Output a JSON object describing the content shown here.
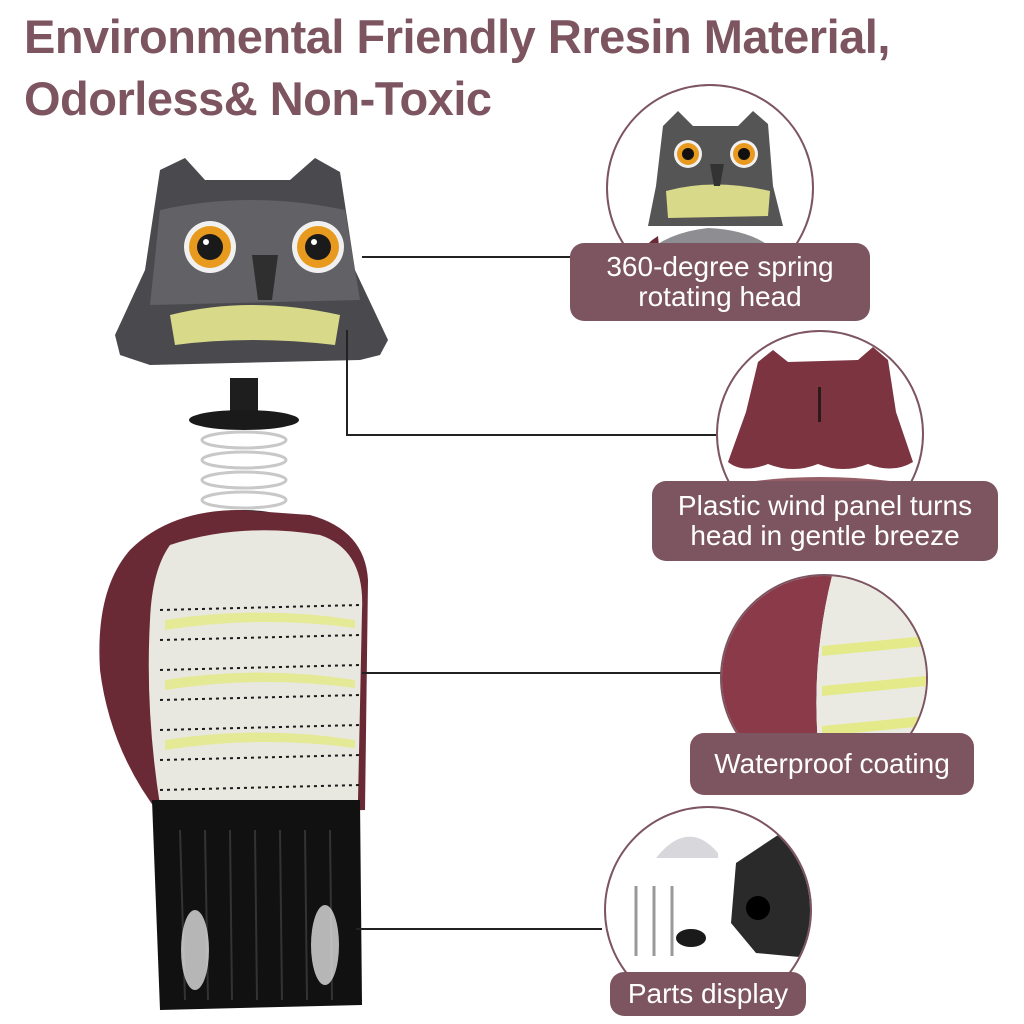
{
  "headline": {
    "line1": "Environmental Friendly Rresin Material,",
    "line2": "Odorless& Non-Toxic"
  },
  "colors": {
    "accent": "#7d5560",
    "badge_text": "#ffffff",
    "background": "#ffffff"
  },
  "features": [
    {
      "label_line1": "360-degree spring",
      "label_line2": "rotating head",
      "image": "owl-head-closeup"
    },
    {
      "label_line1": "Plastic wind panel turns",
      "label_line2": "head in gentle breeze",
      "image": "wind-panel-back-of-head"
    },
    {
      "label_line1": "Waterproof coating",
      "label_line2": "",
      "image": "body-feather-coating"
    },
    {
      "label_line1": "Parts display",
      "label_line2": "",
      "image": "parts-screws-cap-base"
    }
  ],
  "product": {
    "name": "owl-decoy",
    "parts": [
      "head",
      "spring",
      "body",
      "base"
    ]
  }
}
